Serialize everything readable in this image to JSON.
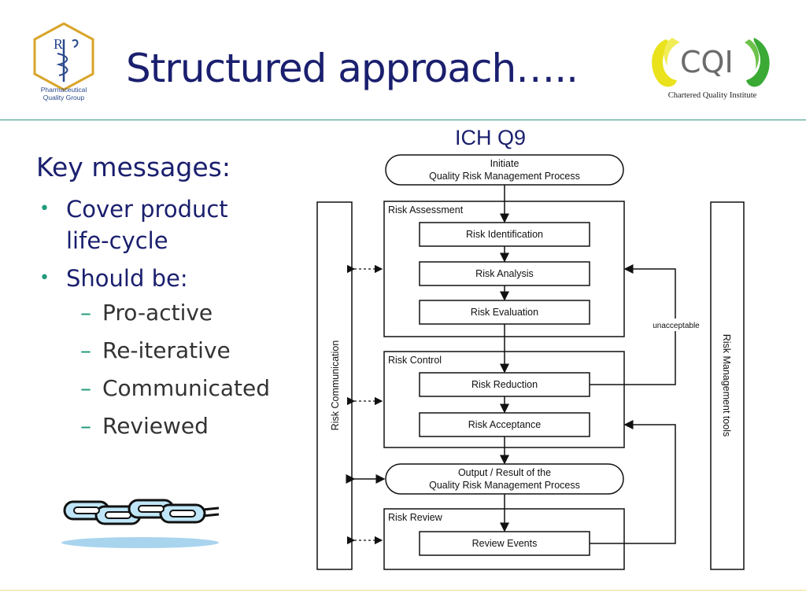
{
  "slide": {
    "title": "Structured approach…..",
    "key_messages_title": "Key messages:",
    "bullets": [
      {
        "text": "Cover product life-cycle"
      },
      {
        "text": "Should be:"
      }
    ],
    "sub_bullets": [
      "Pro-active",
      "Re-iterative",
      "Communicated",
      "Reviewed"
    ]
  },
  "logos": {
    "pqg": {
      "monogram": "R",
      "line1": "Pharmaceutical",
      "line2": "Quality Group"
    },
    "cqi": {
      "wordmark": "CQI",
      "subtitle": "Chartered Quality Institute"
    }
  },
  "diagram": {
    "heading": "ICH Q9",
    "initiate_line1": "Initiate",
    "initiate_line2": "Quality Risk Management Process",
    "risk_assessment_label": "Risk Assessment",
    "risk_identification": "Risk Identification",
    "risk_analysis": "Risk Analysis",
    "risk_evaluation": "Risk Evaluation",
    "unacceptable": "unacceptable",
    "risk_control_label": "Risk Control",
    "risk_reduction": "Risk Reduction",
    "risk_acceptance": "Risk Acceptance",
    "output_line1": "Output / Result of the",
    "output_line2": "Quality Risk Management Process",
    "risk_review_label": "Risk Review",
    "review_events": "Review Events",
    "risk_communication": "Risk Communication",
    "risk_management_tools": "Risk Management tools"
  },
  "colors": {
    "title_navy": "#1a1f6e",
    "accent_teal": "#1f9a7a",
    "rule_teal": "#2f9a84"
  }
}
